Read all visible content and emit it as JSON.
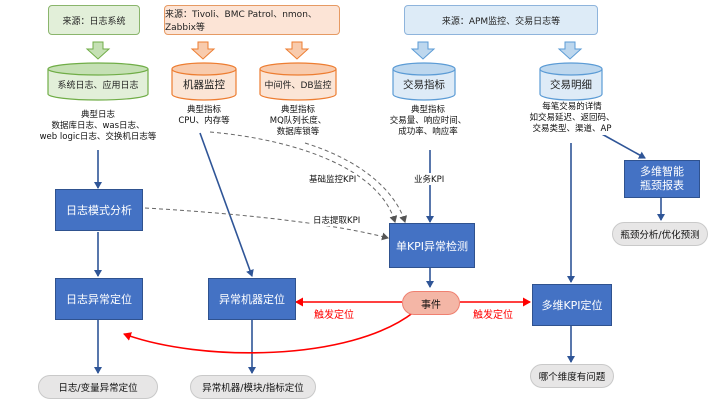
{
  "sources": {
    "logs": "来源：日志系统",
    "monitoring": "来源：Tivoli、BMC Patrol、nmon、Zabbix等",
    "apm": "来源：APM监控、交易日志等"
  },
  "databases": {
    "logs": "系统日志、应用日志",
    "machine": "机器监控",
    "middleware": "中间件、DB监控",
    "txn_metrics": "交易指标",
    "txn_details": "交易明细"
  },
  "notes": {
    "logs": [
      "典型日志",
      "数据库日志、was日志、",
      "web logic日志、交换机日志等"
    ],
    "machine": [
      "典型指标",
      "CPU、内存等"
    ],
    "middleware": [
      "典型指标",
      "MQ队列长度、",
      "数据库锁等"
    ],
    "txn_metrics": [
      "典型指标",
      "交易量、响应时间、",
      "成功率、响应率"
    ],
    "txn_details": [
      "每笔交易的详情",
      "如交易延迟、返回码、",
      "交易类型、渠道、AP"
    ]
  },
  "boxes": {
    "log_pattern": "日志模式分析",
    "kpi_detect": "单KPI异常检测",
    "log_locate": "日志异常定位",
    "machine_locate": "异常机器定位",
    "multi_kpi": "多维KPI定位",
    "smart_report_1": "多维智能",
    "smart_report_2": "瓶颈报表"
  },
  "event": "事件",
  "edge_labels": {
    "basic_kpi": "基础监控KPI",
    "business_kpi": "业务KPI",
    "log_kpi": "日志提取KPI",
    "trigger_left": "触发定位",
    "trigger_right": "触发定位"
  },
  "outputs": {
    "log_out": "日志/变量异常定位",
    "machine_out": "异常机器/模块/指标定位",
    "dim_out": "哪个维度有问题",
    "bottleneck_out": "瓶颈分析/优化预测"
  },
  "colors": {
    "green_fill": "#e2efd9",
    "orange_fill": "#fce4d6",
    "blue_fill": "#ddebf7",
    "box_blue": "#4472c4",
    "trigger_red": "#ff0000"
  }
}
